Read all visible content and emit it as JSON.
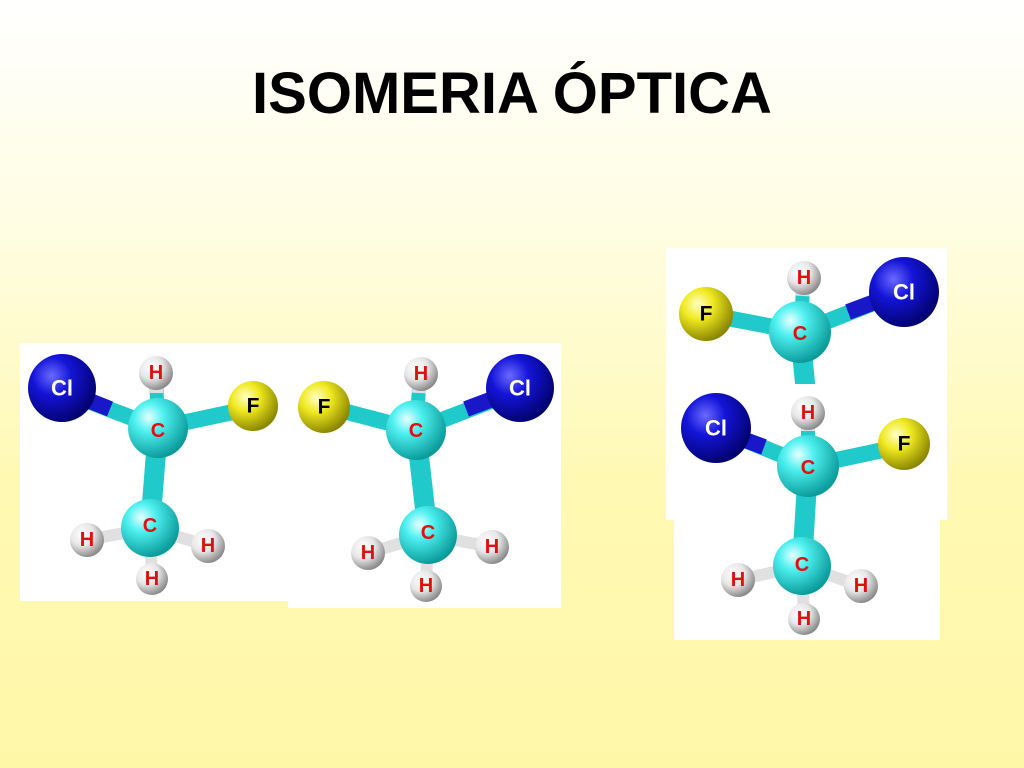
{
  "slide": {
    "title": "ISOMERIA ÓPTICA"
  },
  "atom_symbols": {
    "carbon": "C",
    "hydrogen": "H",
    "chlorine": "Cl",
    "fluorine": "F"
  },
  "colors": {
    "background_top": "#ffffff",
    "background_bottom": "#fff7a8",
    "carbon": "#34e0e0",
    "hydrogen": "#e8e8e8",
    "chlorine": "#1010c8",
    "fluorine": "#e8e020",
    "carbon_label": "#e01010",
    "hydrogen_label": "#e01010",
    "halogen_label": "#ffffff",
    "fluorine_label": "#000000"
  },
  "molecules": [
    {
      "name": "1-chloro-1-fluoroethane model, Cl on left"
    },
    {
      "name": "1-chloro-1-fluoroethane model, F on left (mirror image)"
    },
    {
      "name": "upper fragment: F on left, Cl on right"
    },
    {
      "name": "lower molecule: Cl on left, F on right"
    }
  ]
}
